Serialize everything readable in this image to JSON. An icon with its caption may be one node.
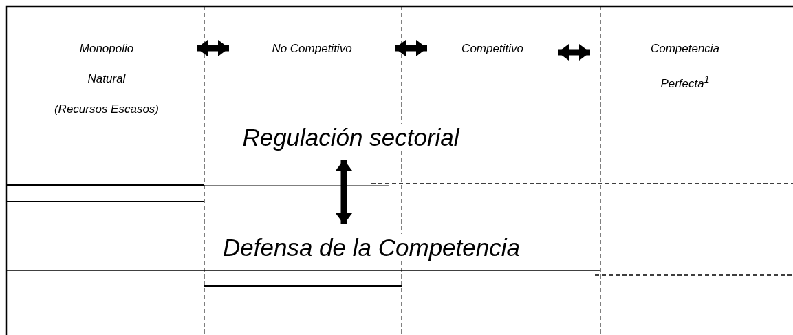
{
  "diagram": {
    "nodes": [
      {
        "text": [
          "Monopolio",
          "Natural",
          "(Recursos Escasos)"
        ]
      },
      {
        "text": [
          "No Competitivo"
        ]
      },
      {
        "text": [
          "Competitivo"
        ]
      },
      {
        "text": [
          "Competencia Perfecta$^{1}$"
        ]
      },
      {
        "text": [
          "Regulación sectorial"
        ]
      },
      {
        "text": [
          "Defensa de la Competencia"
        ]
      }
    ],
    "edges": [
      {
        "from": 0,
        "to": 1,
        "arrow": "both"
      },
      {
        "from": 1,
        "to": 2,
        "arrow": "both"
      },
      {
        "from": 2,
        "to": 3,
        "arrow": "both"
      },
      {
        "from": 4,
        "to": 5,
        "arrow": "both"
      }
    ]
  }
}
